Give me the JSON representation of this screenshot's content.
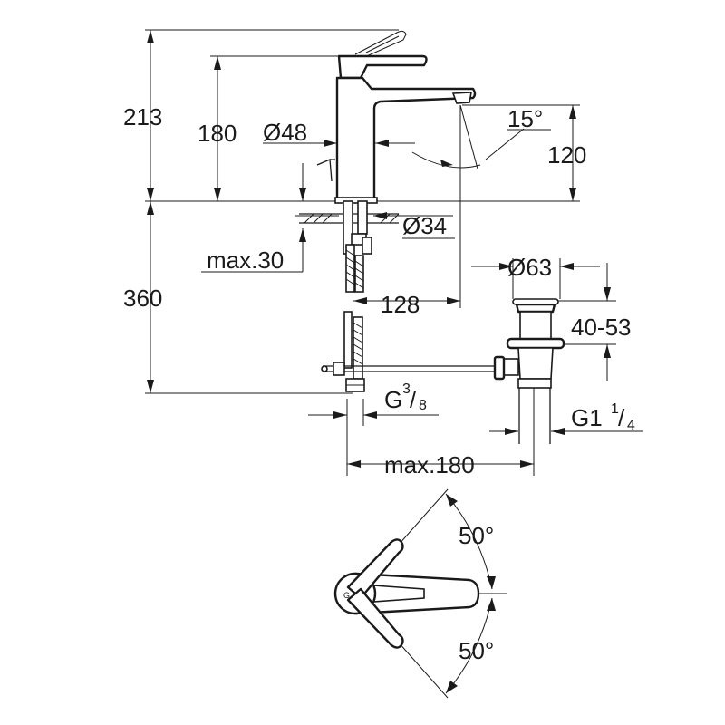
{
  "dimensions": {
    "total_height": "213",
    "body_height": "180",
    "body_diameter": "Ø48",
    "spout_angle": "15°",
    "spout_height": "120",
    "hole_diameter": "Ø34",
    "max_deck_thickness": "max.30",
    "below_deck_length": "360",
    "projection": "128",
    "drain_diameter": "Ø63",
    "drain_range": "40-53",
    "connection_thread": {
      "base": "G",
      "sup": "3",
      "sub": "8"
    },
    "drain_thread": {
      "base": "G1",
      "sup": "1",
      "sub": "4"
    },
    "max_width": "max.180",
    "lever_angle_top": "50°",
    "lever_angle_bottom": "50°"
  }
}
